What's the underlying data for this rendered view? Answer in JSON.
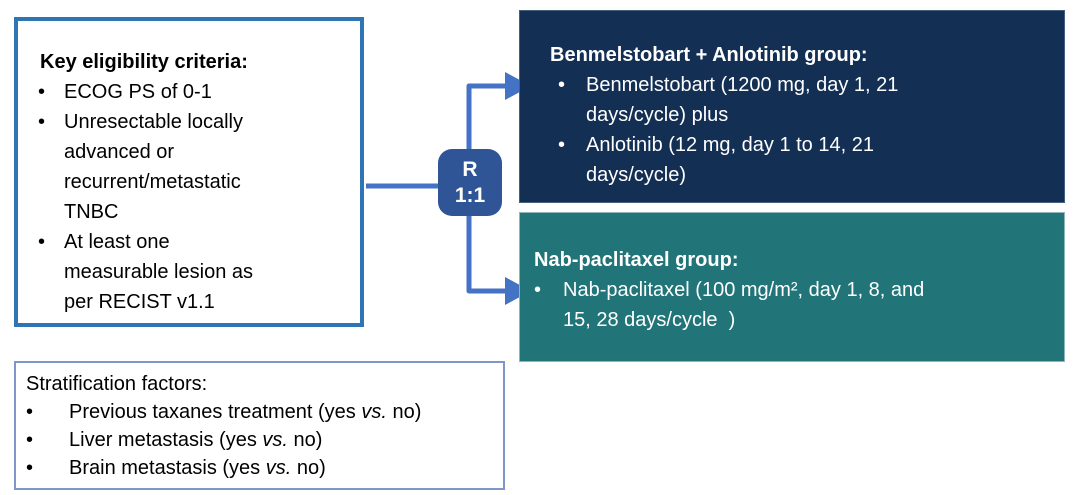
{
  "colors": {
    "page-bg": "#ffffff",
    "eligibility-border": "#2E75B6",
    "strat-border": "#7E96C8",
    "arm1-fill": "#132F54",
    "arm2-fill": "#217478",
    "rnode-fill": "#2F5597",
    "connector": "#4472C4",
    "text-dark": "#000000",
    "text-light": "#FFFFFF"
  },
  "glyphs": {
    "bullet": "•"
  },
  "eligibility_box": {
    "title": "Key eligibility criteria:",
    "bullets": [
      "ECOG PS of 0-1",
      "Unresectable locally\nadvanced or\nrecurrent/metastatic\nTNBC",
      "At least one\nmeasurable lesion as\nper RECIST v1.1"
    ]
  },
  "randomization": {
    "label": "R",
    "ratio": "1:1"
  },
  "arm1": {
    "title": "Benmelstobart + Anlotinib group:",
    "bullets": [
      "Benmelstobart (1200 mg, day 1, 21\ndays/cycle) plus",
      "Anlotinib (12 mg, day 1 to 14, 21\ndays/cycle)"
    ]
  },
  "arm2": {
    "title": "Nab-paclitaxel group:",
    "bullets": [
      "Nab-paclitaxel (100 mg/m², day 1, 8, and\n15, 28 days/cycle  )"
    ]
  },
  "stratification_box": {
    "title": "Stratification factors:",
    "bullets": [
      [
        {
          "text": "Previous taxanes treatment (yes "
        },
        {
          "text": "vs.",
          "italic": true
        },
        {
          "text": " no)"
        }
      ],
      [
        {
          "text": "Liver metastasis (yes "
        },
        {
          "text": "vs.",
          "italic": true
        },
        {
          "text": " no)"
        }
      ],
      [
        {
          "text": "Brain metastasis (yes "
        },
        {
          "text": "vs.",
          "italic": true
        },
        {
          "text": " no)"
        }
      ]
    ]
  }
}
